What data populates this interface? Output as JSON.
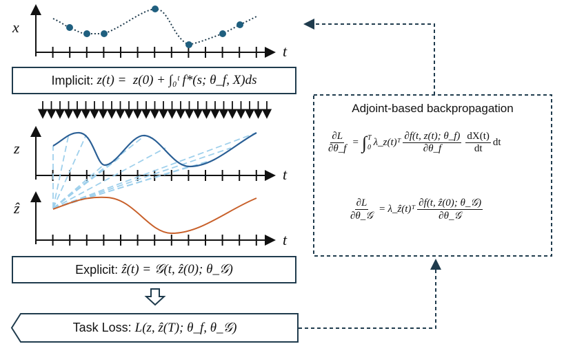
{
  "axes": {
    "x_label": "x",
    "z_label": "z",
    "zhat_label": "ẑ",
    "t_label": "t"
  },
  "implicit": {
    "prefix": "Implicit: ",
    "formula": "z(t) =  z(0) + ∫₀ᵗ f*(s; θ_f, X)ds"
  },
  "explicit": {
    "prefix": "Explicit: ",
    "formula": "ẑ(t) = 𝒢(t, ẑ(0); θ_𝒢)"
  },
  "task_loss": {
    "prefix": "Task Loss: ",
    "formula": "L(z, ẑ(T); θ_f, θ_𝒢)"
  },
  "adjoint_panel": {
    "title": "Adjoint-based backpropagation",
    "eq1": {
      "lhs_num": "∂L",
      "lhs_den": "∂θ_f",
      "eq": "=",
      "int_upper": "T",
      "int_lower": "0",
      "lam": "λ_z(t)ᵀ",
      "mid_num": "∂f(t, z(t); θ_f)",
      "mid_den": "∂θ_f",
      "r_num": "dX(t)",
      "r_den": "dt",
      "tail": "dt"
    },
    "eq2": {
      "lhs_num": "∂L",
      "lhs_den": "∂θ_𝒢",
      "eq": "=",
      "lam": "λ_ẑ(t)ᵀ",
      "mid_num": "∂f(t, ẑ(0); θ_𝒢)",
      "mid_den": "∂θ_𝒢"
    }
  },
  "colors": {
    "box_border": "#1f3b4d",
    "observation_points": "#1f5f7f",
    "z_curve": "#2a5f95",
    "trajectory_dashes": "#9fd0ec",
    "zhat_curve": "#c8602a"
  }
}
